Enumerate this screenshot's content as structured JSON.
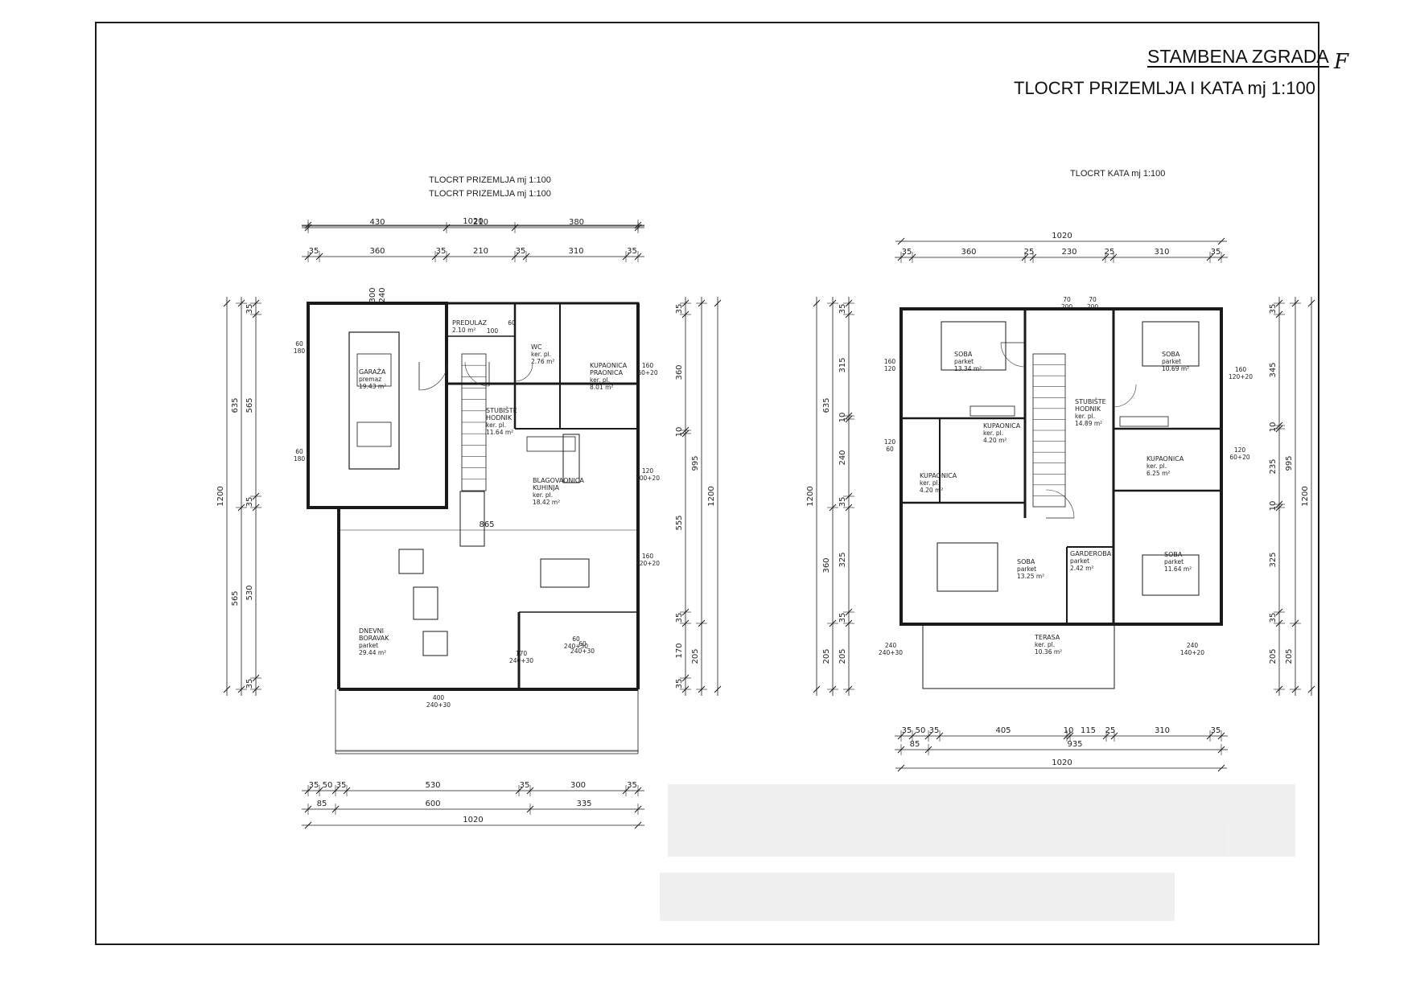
{
  "sheet": {
    "title": "STAMBENA ZGRADA",
    "subtitle": "TLOCRT PRIZEMLJA I KATA   mj 1:100",
    "corner_mark": "F"
  },
  "ground_floor": {
    "title_1": "TLOCRT PRIZEMLJA   mj 1:100",
    "title_2": "TLOCRT PRIZEMLJA   mj 1:100",
    "dims": {
      "top_total": "1020",
      "top_r1": [
        "430",
        "210",
        "380"
      ],
      "top_r2": [
        "35",
        "360",
        "35",
        "210",
        "35",
        "310",
        "35"
      ],
      "bottom_r1": [
        "35",
        "50",
        "35",
        "530",
        "35",
        "300",
        "35"
      ],
      "bottom_r2": [
        "85",
        "600",
        "335"
      ],
      "bottom_total": "1020",
      "left_outer": "1200",
      "left_mid": [
        "635",
        "565"
      ],
      "left_inner": [
        "35",
        "565",
        "35",
        "530",
        "35"
      ],
      "right_inner": [
        "35",
        "360",
        "10",
        "555",
        "35",
        "170",
        "35"
      ],
      "right_mid": [
        "995",
        "205"
      ],
      "right_outer": "1200",
      "inner_span": "865",
      "garage_top": [
        "300",
        "240"
      ]
    },
    "rooms": [
      {
        "name": "GARAŽA",
        "finish": "premaz",
        "area": "19.43 m²"
      },
      {
        "name": "PREDULAZ",
        "finish": "",
        "area": "2.10 m²"
      },
      {
        "name": "WC",
        "finish": "ker. pl.",
        "area": "2.76 m²"
      },
      {
        "name": "KUPAONICA PRAONICA",
        "finish": "ker. pl.",
        "area": "8.01 m²"
      },
      {
        "name": "STUBIŠTE HODNIK",
        "finish": "ker. pl.",
        "area": "11.64 m²"
      },
      {
        "name": "BLAGOVAONICA KUHINJA",
        "finish": "ker. pl.",
        "area": "18.42 m²"
      },
      {
        "name": "DNEVNI BORAVAK",
        "finish": "parket",
        "area": "29.44 m²"
      }
    ],
    "openings": [
      "60 / 180",
      "60 / 180",
      "160 / 60+20",
      "120 / 100+20",
      "160 / 120+20",
      "170 / 240+30",
      "60 / 240+30",
      "400 / 240+30",
      "100",
      "60",
      "60 / 240+30"
    ]
  },
  "upper_floor": {
    "title": "TLOCRT KATA   mj 1:100",
    "dims": {
      "top_total": "1020",
      "top_r1": [
        "35",
        "360",
        "25",
        "230",
        "25",
        "310",
        "35"
      ],
      "bottom_r1": [
        "35",
        "50",
        "35",
        "405",
        "10",
        "115",
        "25",
        "310",
        "35"
      ],
      "bottom_r2": [
        "85",
        "935"
      ],
      "bottom_total": "1020",
      "left_outer": "1200",
      "left_mid": [
        "635",
        "360",
        "205"
      ],
      "left_inner": [
        "35",
        "315",
        "10",
        "240",
        "35",
        "325",
        "35",
        "205"
      ],
      "right_inner": [
        "35",
        "345",
        "10",
        "235",
        "10",
        "325",
        "35",
        "205"
      ],
      "right_mid": [
        "995",
        "205"
      ],
      "right_outer": "1200"
    },
    "rooms": [
      {
        "name": "SOBA",
        "finish": "parket",
        "area": "13.34 m²"
      },
      {
        "name": "SOBA",
        "finish": "parket",
        "area": "10.69 m²"
      },
      {
        "name": "KUPAONICA",
        "finish": "ker. pl.",
        "area": "4.20 m²"
      },
      {
        "name": "KUPAONICA",
        "finish": "ker. pl.",
        "area": "4.20 m²"
      },
      {
        "name": "STUBIŠTE HODNIK",
        "finish": "ker. pl.",
        "area": "14.89 m²"
      },
      {
        "name": "KUPAONICA",
        "finish": "ker. pl.",
        "area": "6.25 m²"
      },
      {
        "name": "SOBA",
        "finish": "parket",
        "area": "13.25 m²"
      },
      {
        "name": "GARDEROBA",
        "finish": "parket",
        "area": "2.42 m²"
      },
      {
        "name": "SOBA",
        "finish": "parket",
        "area": "11.64 m²"
      },
      {
        "name": "TERASA",
        "finish": "ker. pl.",
        "area": "10.36 m²"
      }
    ],
    "openings": [
      "160 / 120",
      "160 / 120+20",
      "120 / 60",
      "120 / 60+20",
      "240 / 240+30",
      "240 / 140+20",
      "70 / 200",
      "70 / 200"
    ]
  }
}
